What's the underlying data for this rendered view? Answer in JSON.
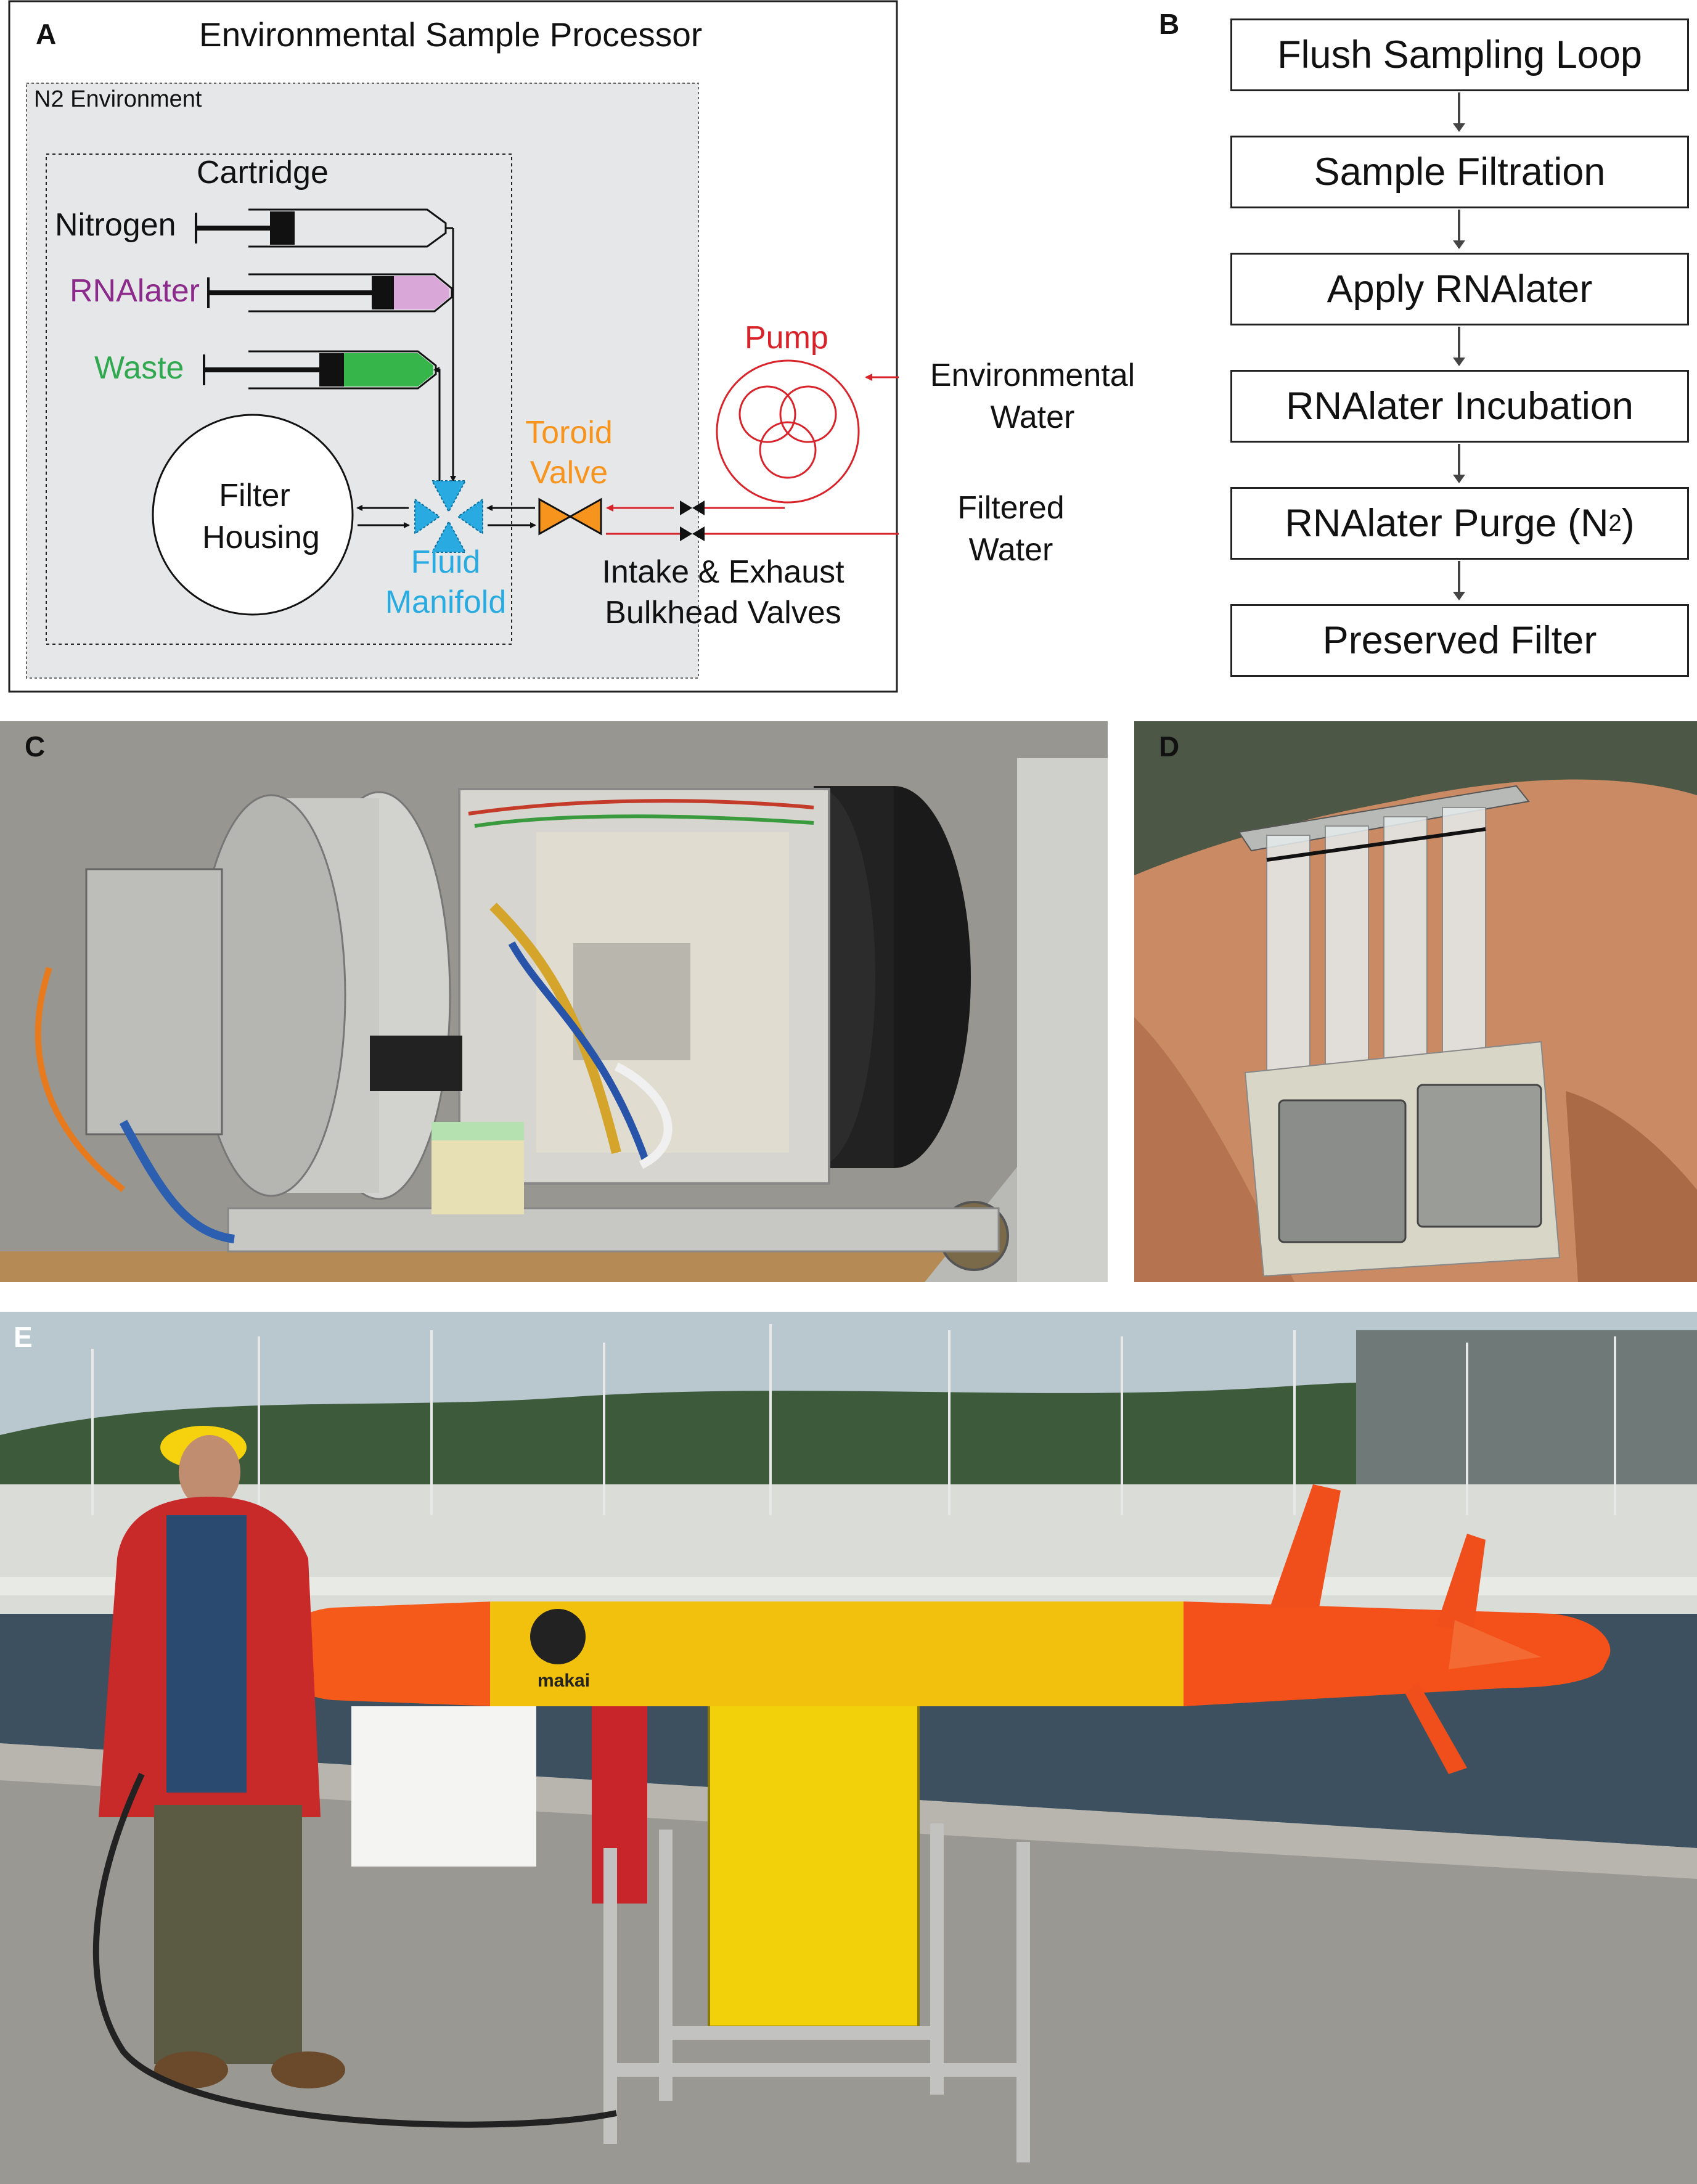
{
  "panel_a": {
    "letter": "A",
    "title": "Environmental Sample Processor",
    "n2_label": "N2 Environment",
    "cartridge_label": "Cartridge",
    "nitrogen_label": "Nitrogen",
    "rnalater_label": "RNAlater",
    "waste_label": "Waste",
    "pump_label": "Pump",
    "environmental_water_label_1": "Environmental",
    "environmental_water_label_2": "Water",
    "toroid_valve_label_1": "Toroid",
    "toroid_valve_label_2": "Valve",
    "filter_housing_label_1": "Filter",
    "filter_housing_label_2": "Housing",
    "fluid_manifold_label_1": "Fluid",
    "fluid_manifold_label_2": "Manifold",
    "filtered_water_label_1": "Filtered",
    "filtered_water_label_2": "Water",
    "bulkhead_label_1": "Intake & Exhaust",
    "bulkhead_label_2": "Bulkhead Valves",
    "colors": {
      "rnalater": "#8b2a8b",
      "rnalater_fill": "#d9a8d9",
      "waste": "#2fa84f",
      "waste_fill": "#35b54a",
      "pump": "#d9232a",
      "toroid": "#f7941d",
      "manifold": "#29abe2"
    }
  },
  "panel_b": {
    "letter": "B",
    "steps": [
      "Flush Sampling Loop",
      "Sample Filtration",
      "Apply RNAlater",
      "RNAlater Incubation",
      "RNAlater Purge (N",
      "Preserved Filter"
    ],
    "purge_subscript": "2",
    "purge_close": ")"
  },
  "panel_c": {
    "letter": "C"
  },
  "panel_d": {
    "letter": "D"
  },
  "panel_e": {
    "letter": "E",
    "auv_logo_text": "makai"
  }
}
